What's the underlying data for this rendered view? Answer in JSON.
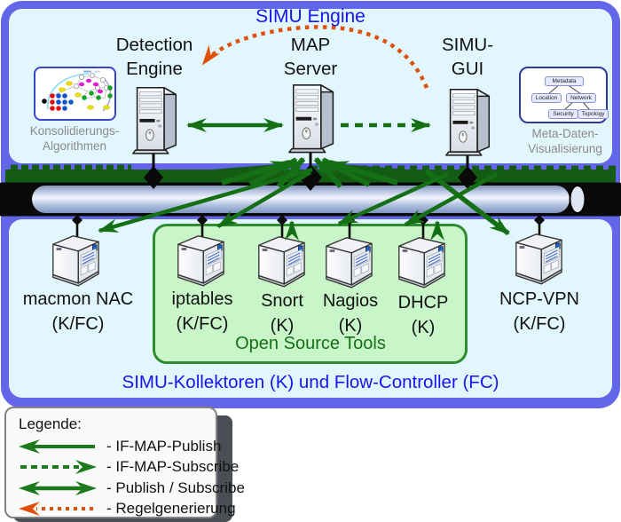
{
  "title": "SIMU Engine",
  "engine_nodes": {
    "detection": {
      "lines": [
        "Detection",
        "Engine"
      ],
      "icon": "server-tower-icon"
    },
    "map": {
      "lines": [
        "MAP",
        "Server"
      ],
      "icon": "server-tower-icon"
    },
    "gui": {
      "lines": [
        "SIMU-",
        "GUI"
      ],
      "icon": "server-tower-icon"
    }
  },
  "side_figures": {
    "konsolidierung": {
      "caption_lines": [
        "Konsolidierungs-",
        "Algorithmen"
      ],
      "icon": "graph-visualization-icon"
    },
    "meta": {
      "caption_lines": [
        "Meta-Daten-",
        "Visualisierung"
      ],
      "tree_nodes": [
        "Metadata",
        "Location",
        "Network",
        "Security",
        "Topology"
      ]
    }
  },
  "collectors": {
    "items": [
      {
        "name": "macmon NAC",
        "role": "(K/FC)"
      },
      {
        "name": "iptables",
        "role": "(K/FC)"
      },
      {
        "name": "Snort",
        "role": "(K)"
      },
      {
        "name": "Nagios",
        "role": "(K)"
      },
      {
        "name": "DHCP",
        "role": "(K)"
      },
      {
        "name": "NCP-VPN",
        "role": "(K/FC)"
      }
    ],
    "open_source_label": "Open Source Tools",
    "caption": "SIMU-Kollektoren (K) und Flow-Controller (FC)"
  },
  "legend": {
    "title": "Legende:",
    "items": [
      {
        "style": "solid-left",
        "color": "#1b7a1b",
        "label": "- IF-MAP-Publish"
      },
      {
        "style": "dashed-right",
        "color": "#1b7a1b",
        "label": "- IF-MAP-Subscribe"
      },
      {
        "style": "solid-double",
        "color": "#1b7a1b",
        "label": "- Publish / Subscribe"
      },
      {
        "style": "dotted-left",
        "color": "#e0500a",
        "label": "- Regelgenerierung"
      }
    ]
  },
  "colors": {
    "title_blue": "#1515f0",
    "panel_border_blue": "#6366e8",
    "panel_fill": "#e2f7fd",
    "arrow_green": "#157015",
    "band_green": "#145c14",
    "orange": "#e0500a",
    "open_source_fill": "#c9f6c9",
    "open_source_border": "#2e8b2e"
  }
}
